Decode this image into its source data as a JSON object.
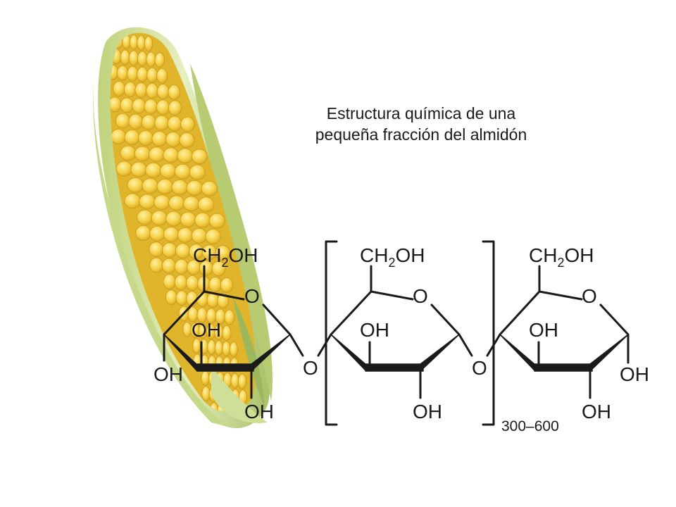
{
  "title": {
    "line1": "Estructura química de una",
    "line2": "pequeña fracción del almidón"
  },
  "molecule": {
    "group_ch2oh": {
      "main": "CH",
      "sub": "2",
      "tail": "OH"
    },
    "ring_oxygen": "O",
    "hydroxyl": "OH",
    "bridge_oxygen": "O",
    "repeat_count": "300–600"
  },
  "colors": {
    "text": "#1a1a1a",
    "husk_light": "#dfe9b4",
    "husk_dark": "#a9c069",
    "kernel": "#f6d24c",
    "kernel_shadow": "#d9a91f"
  },
  "icons": [
    "corn-cob-image"
  ]
}
